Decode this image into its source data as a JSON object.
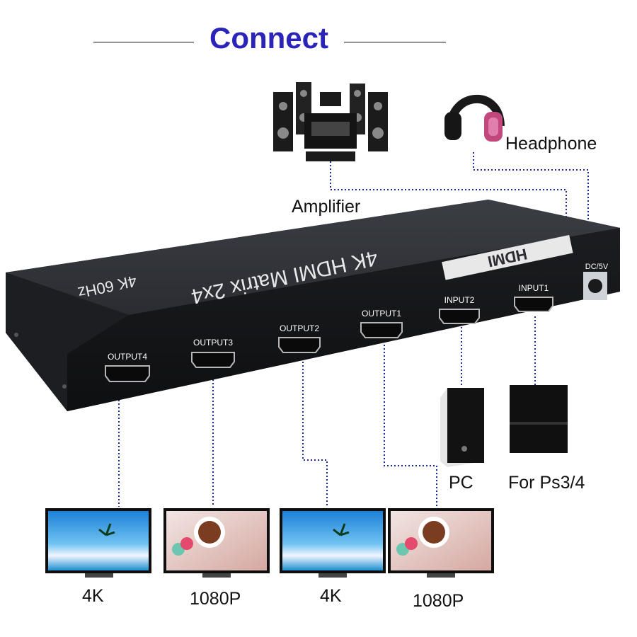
{
  "title": "Connect",
  "labels": {
    "amplifier": "Amplifier",
    "headphone": "Headphone",
    "pc": "PC",
    "ps": "For Ps3/4"
  },
  "device": {
    "name": "4K HDMI Matrix 2x4",
    "spec": "4K 60Hz",
    "brand": "HDMI",
    "dc": "DC/5V",
    "ports": [
      "OUTPUT4",
      "OUTPUT3",
      "OUTPUT2",
      "OUTPUT1",
      "INPUT2",
      "INPUT1"
    ]
  },
  "displays": [
    "4K",
    "1080P",
    "4K",
    "1080P"
  ],
  "colors": {
    "title": "#2b24b8",
    "device": "#2b2d31",
    "line": "#1b2a9e"
  }
}
